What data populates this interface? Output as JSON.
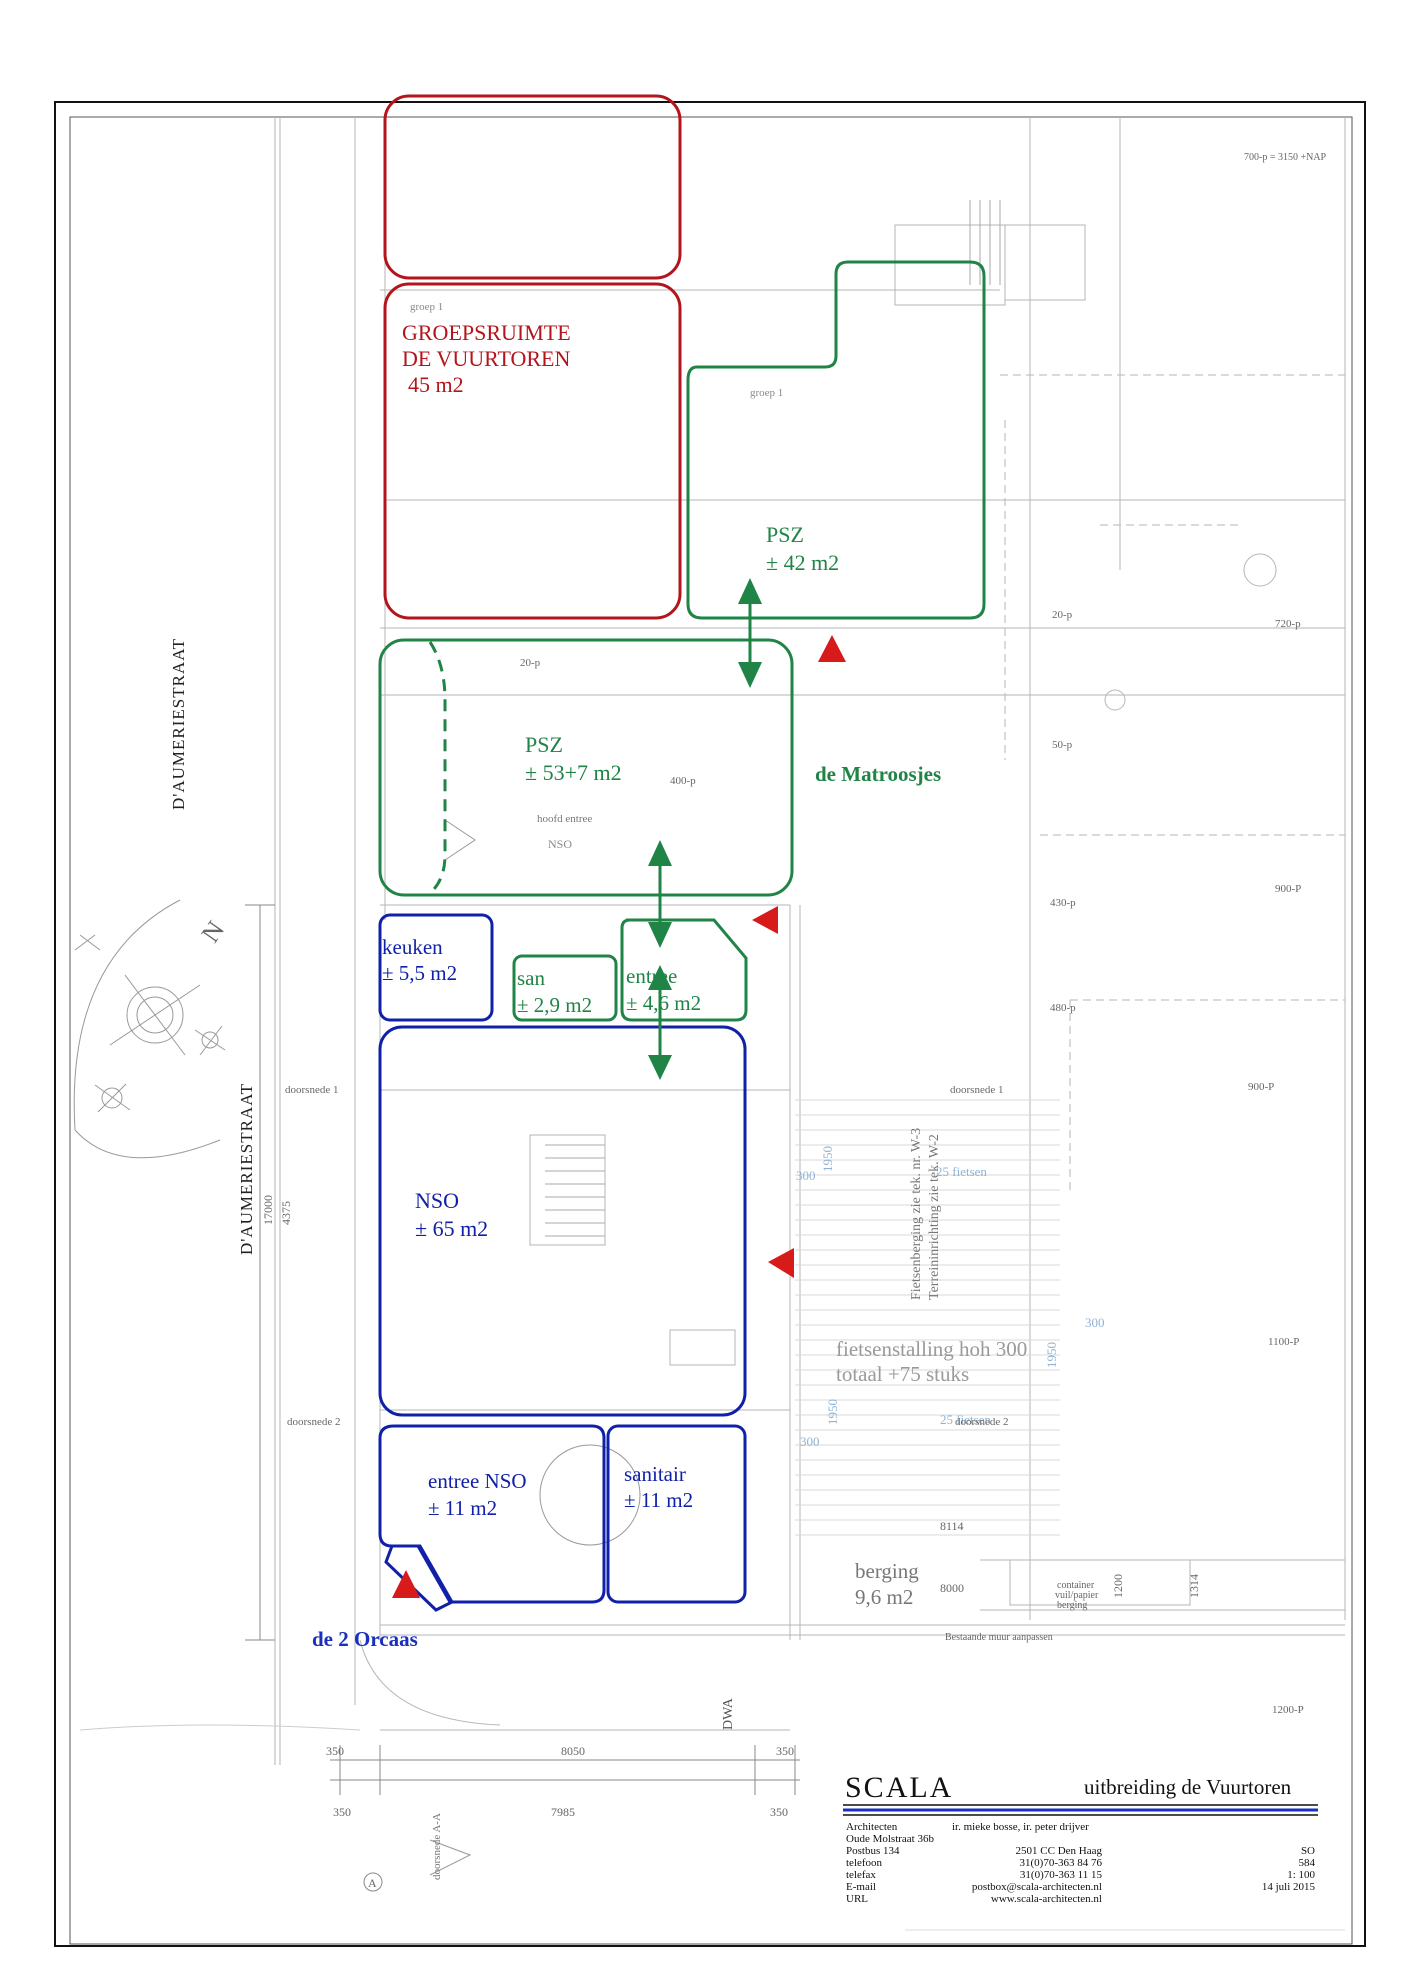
{
  "colors": {
    "red": "#b3151c",
    "green": "#1f8446",
    "blue": "#1020a8",
    "arrow_red": "#d71a1a",
    "base": "#a8a8a8",
    "wall": "#d8c8a0",
    "title_blue": "#1a2fbf"
  },
  "rooms": {
    "groepsruimte": {
      "line1": "GROEPSRUIMTE",
      "line2": "DE VUURTOREN",
      "area": "45 m2"
    },
    "psz_top": {
      "name": "PSZ",
      "area": "± 42 m2"
    },
    "psz_mid": {
      "name": "PSZ",
      "area": "± 53+7 m2"
    },
    "keuken": {
      "name": "keuken",
      "area": "± 5,5 m2"
    },
    "san": {
      "name": "san",
      "area": "± 2,9 m2"
    },
    "entree": {
      "name": "entree",
      "area": "± 4,6 m2"
    },
    "nso": {
      "name": "NSO",
      "area": "± 65 m2"
    },
    "entree_nso": {
      "name": "entree NSO",
      "area": "± 11 m2"
    },
    "sanitair": {
      "name": "sanitair",
      "area": "± 11 m2"
    }
  },
  "labels": {
    "matroosjes": "de Matroosjes",
    "orcaas": "de 2 Orcaas",
    "street1": "D'AUMERIESTRAAT",
    "street2": "D'AUMERIESTRAAT",
    "north": "N",
    "fietsenstalling_1": "fietsenstalling hoh 300",
    "fietsenstalling_2": "totaal +75 stuks",
    "berging": "berging",
    "berging_area": "9,6 m2",
    "fietsenberging_1": "Fietsenberging zie tek. nr. W-3",
    "fietsenberging_2": "Terreininrichting zie tek. W-2",
    "fietsen_25a": "25 fietsen",
    "fietsen_25b": "25 fietsen",
    "dwa": "DWA",
    "doorsnede_1": "doorsnede 1",
    "doorsnede_2": "doorsnede 2",
    "doorsnede_1b": "doorsnede 1",
    "doorsnede_2b": "doorsnede 2",
    "doorsnede_aa": "doorsnede A-A",
    "grid_a": "A",
    "nap": "700-p = 3150 +NAP",
    "dim_8050": "8050",
    "dim_7985": "7985",
    "dim_350a": "350",
    "dim_350b": "350",
    "dim_350c": "350",
    "dim_350d": "350",
    "dim_17000": "17000",
    "dim_4375": "4375",
    "dim_8114": "8114",
    "dim_8000": "8000",
    "dim_1200": "1200",
    "dim_1314": "1314",
    "level_720": "720-p",
    "level_900": "900-P",
    "level_900b": "900-P",
    "level_1100": "1100-P",
    "level_1200": "1200-P",
    "level_20a": "20-p",
    "level_20b": "20-p",
    "level_50": "50-p",
    "level_430": "430-p",
    "level_480": "480-p",
    "level_400": "400-p",
    "groep_1a": "groep 1",
    "groep_1b": "groep 1",
    "hoofdentree": "hoofd entree",
    "nso_ref": "NSO",
    "container": "container",
    "vuil": "vuil/papier",
    "berging_small": "berging",
    "bestaande_muur": "Bestaande muur aanpassen",
    "gang_300a": "300",
    "gang_300b": "300",
    "gang_300c": "300",
    "gang_1950a": "1950",
    "gang_1950b": "1950",
    "gang_1950c": "1950"
  },
  "title_block": {
    "firm": "SCALA",
    "project": "uitbreiding de Vuurtoren",
    "rows": [
      {
        "label": "Architecten",
        "value": "ir. mieke bosse, ir. peter drijver"
      },
      {
        "label": "Oude Molstraat 36b",
        "value": ""
      },
      {
        "label": "Postbus 134",
        "value": "2501 CC Den Haag"
      },
      {
        "label": "telefoon",
        "value": "31(0)70-363 84 76"
      },
      {
        "label": "telefax",
        "value": "31(0)70-363 11 15"
      },
      {
        "label": "E-mail",
        "value": "postbox@scala-architecten.nl"
      },
      {
        "label": "URL",
        "value": "www.scala-architecten.nl"
      }
    ],
    "code1": "SO",
    "code2": "584",
    "scale": "1: 100",
    "date": "14 juli 2015"
  }
}
